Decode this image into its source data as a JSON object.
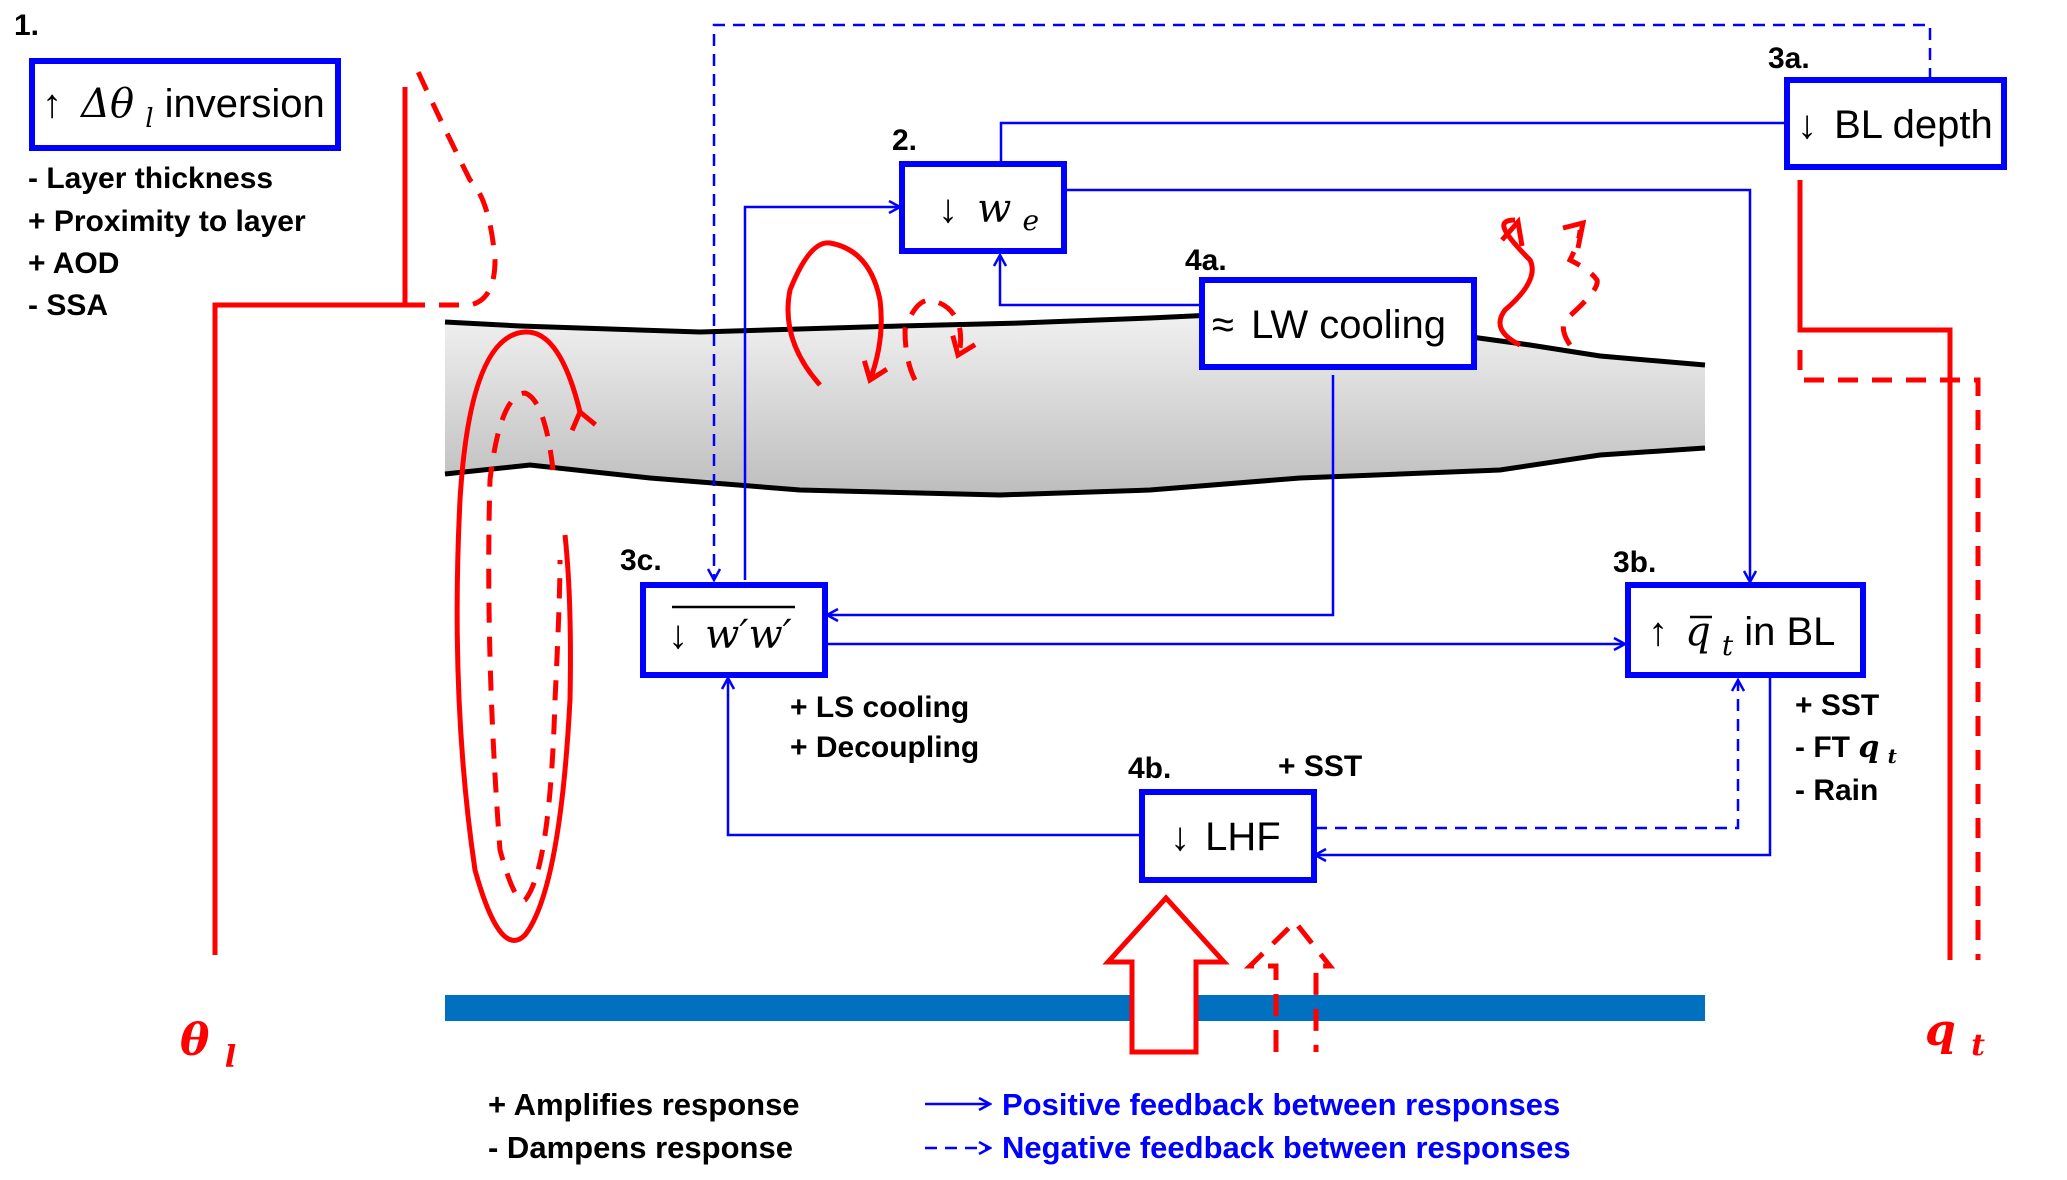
{
  "colors": {
    "box_border": "#0000ff",
    "feedback_line": "#0000ff",
    "profile_red": "#ff0000",
    "ocean": "#0070c0",
    "cloud_top": "#f2f2f2",
    "cloud_bottom": "#bfbfbf"
  },
  "boxes": {
    "inversion": {
      "number": "1.",
      "arrow": "↑",
      "symbol": "Δθ",
      "subscript": "l",
      "text": " inversion"
    },
    "entrainment": {
      "number": "2.",
      "arrow": "↓",
      "symbol": "w",
      "subscript": "e"
    },
    "bl_depth": {
      "number": "3a.",
      "arrow": "↓",
      "text": "BL depth"
    },
    "qt_bl": {
      "number": "3b.",
      "arrow": "↑",
      "symbol": "q̄",
      "subscript": "t",
      "text": " in BL"
    },
    "wprime": {
      "number": "3c.",
      "arrow": "↓",
      "symbol": "w′w′"
    },
    "lw_cooling": {
      "number": "4a.",
      "arrow": "≈",
      "text": "LW cooling"
    },
    "lhf": {
      "number": "4b.",
      "arrow": "↓",
      "text": "LHF"
    }
  },
  "factors": {
    "inversion": [
      "-  Layer thickness",
      "+ Proximity to layer",
      "+ AOD",
      "-  SSA"
    ],
    "wprime": [
      "+ LS cooling",
      "+ Decoupling"
    ],
    "lhf": [
      "+ SST"
    ],
    "qt_bl": [
      "+ SST",
      "-  FT",
      "-  Rain"
    ],
    "qt_bl_ft_symbol": "q",
    "qt_bl_ft_subscript": "t"
  },
  "axes": {
    "left": {
      "symbol": "θ",
      "subscript": "l"
    },
    "right": {
      "symbol": "q",
      "subscript": "t"
    }
  },
  "legend": {
    "amplifies": "+ Amplifies response",
    "dampens": "-  Dampens response",
    "positive": "Positive feedback between responses",
    "negative": "Negative feedback between responses"
  }
}
